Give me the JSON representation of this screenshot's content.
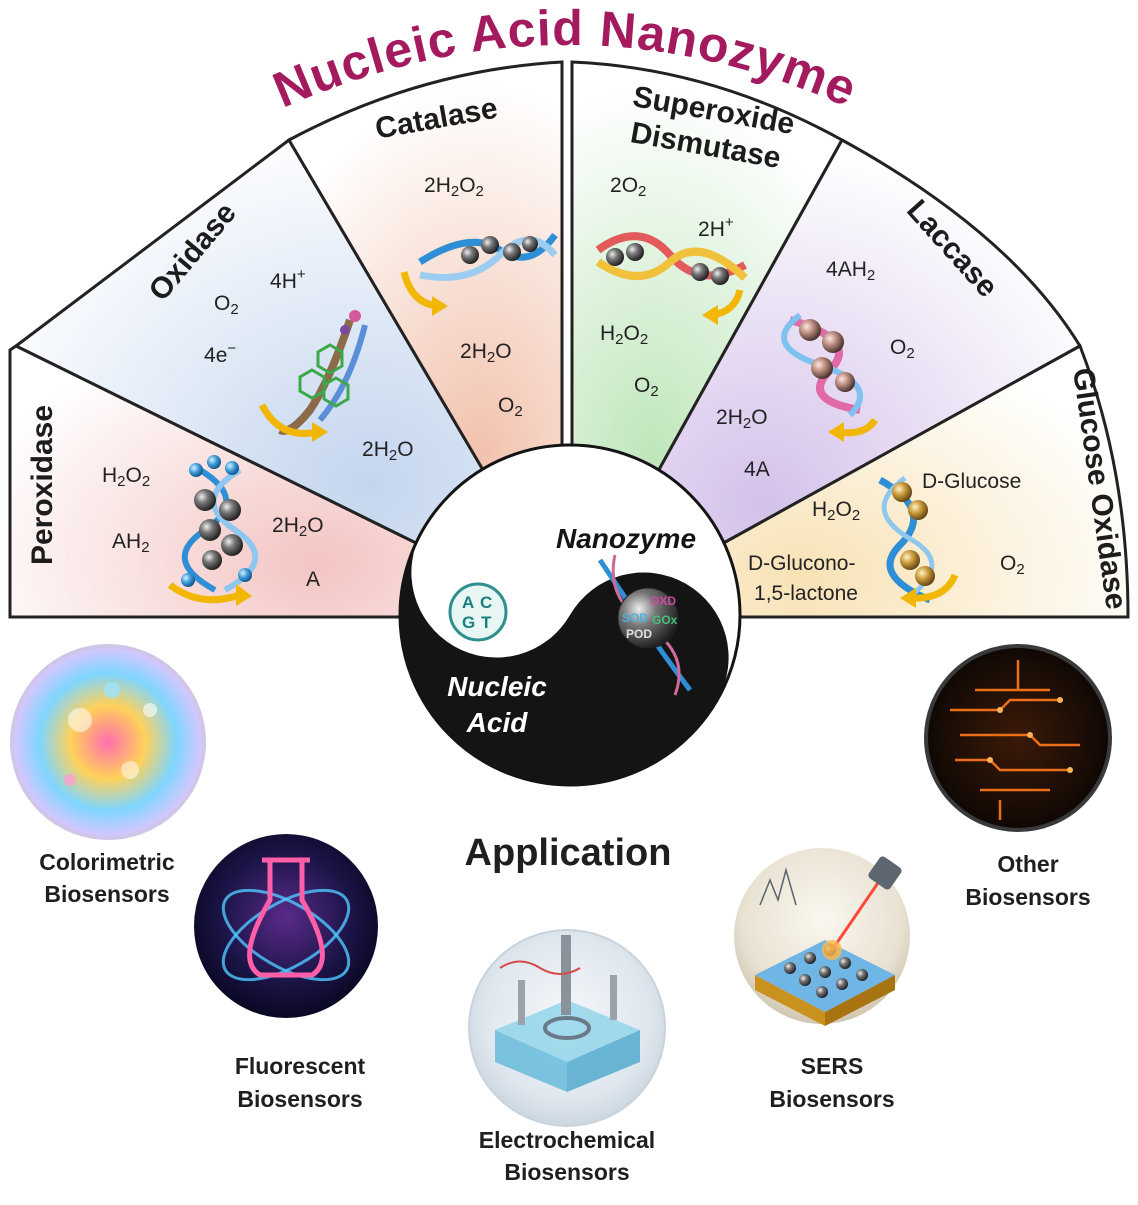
{
  "title": "Nucleic Acid Nanozyme",
  "center": {
    "nanozyme_label": "Nanozyme",
    "nucleic_label_1": "Nucleic",
    "nucleic_label_2": "Acid",
    "acgt_letters": [
      "A",
      "C",
      "G",
      "T"
    ],
    "enzyme_ball_letters": [
      "OXD",
      "SOD",
      "GOx",
      "POD"
    ]
  },
  "sectors": [
    {
      "name": "Peroxidase",
      "color": "#f6d2cf",
      "species": [
        "H2O2",
        "AH2",
        "2H2O",
        "A"
      ]
    },
    {
      "name": "Oxidase",
      "color": "#cfdcef",
      "species": [
        "O2",
        "4H+",
        "4e−",
        "2H2O"
      ]
    },
    {
      "name": "Catalase",
      "color": "#f6d0c2",
      "species": [
        "2H2O2",
        "2H2O",
        "O2"
      ]
    },
    {
      "name_line1": "Superoxide",
      "name_line2": "Dismutase",
      "color": "#cdebc9",
      "species": [
        "2O2",
        "2H+",
        "H2O2",
        "O2"
      ]
    },
    {
      "name": "Laccase",
      "color": "#dccdec",
      "species": [
        "4AH2",
        "O2",
        "2H2O",
        "4A"
      ]
    },
    {
      "name": "Glucose Oxidase",
      "color": "#fbe9c6",
      "species": [
        "D-Glucose",
        "H2O2",
        "O2",
        "D-Glucono-",
        "1,5-lactone"
      ]
    }
  ],
  "application": {
    "title": "Application",
    "items": [
      {
        "line1": "Colorimetric",
        "line2": "Biosensors"
      },
      {
        "line1": "Fluorescent",
        "line2": "Biosensors"
      },
      {
        "line1": "Electrochemical",
        "line2": "Biosensors"
      },
      {
        "line1": "SERS",
        "line2": "Biosensors"
      },
      {
        "line1": "Other",
        "line2": "Biosensors"
      }
    ]
  },
  "colors": {
    "title": "#a31b5e",
    "arrow": "#f2b705",
    "dna_blue": "#2f8fd6",
    "yin_black": "#141414"
  }
}
